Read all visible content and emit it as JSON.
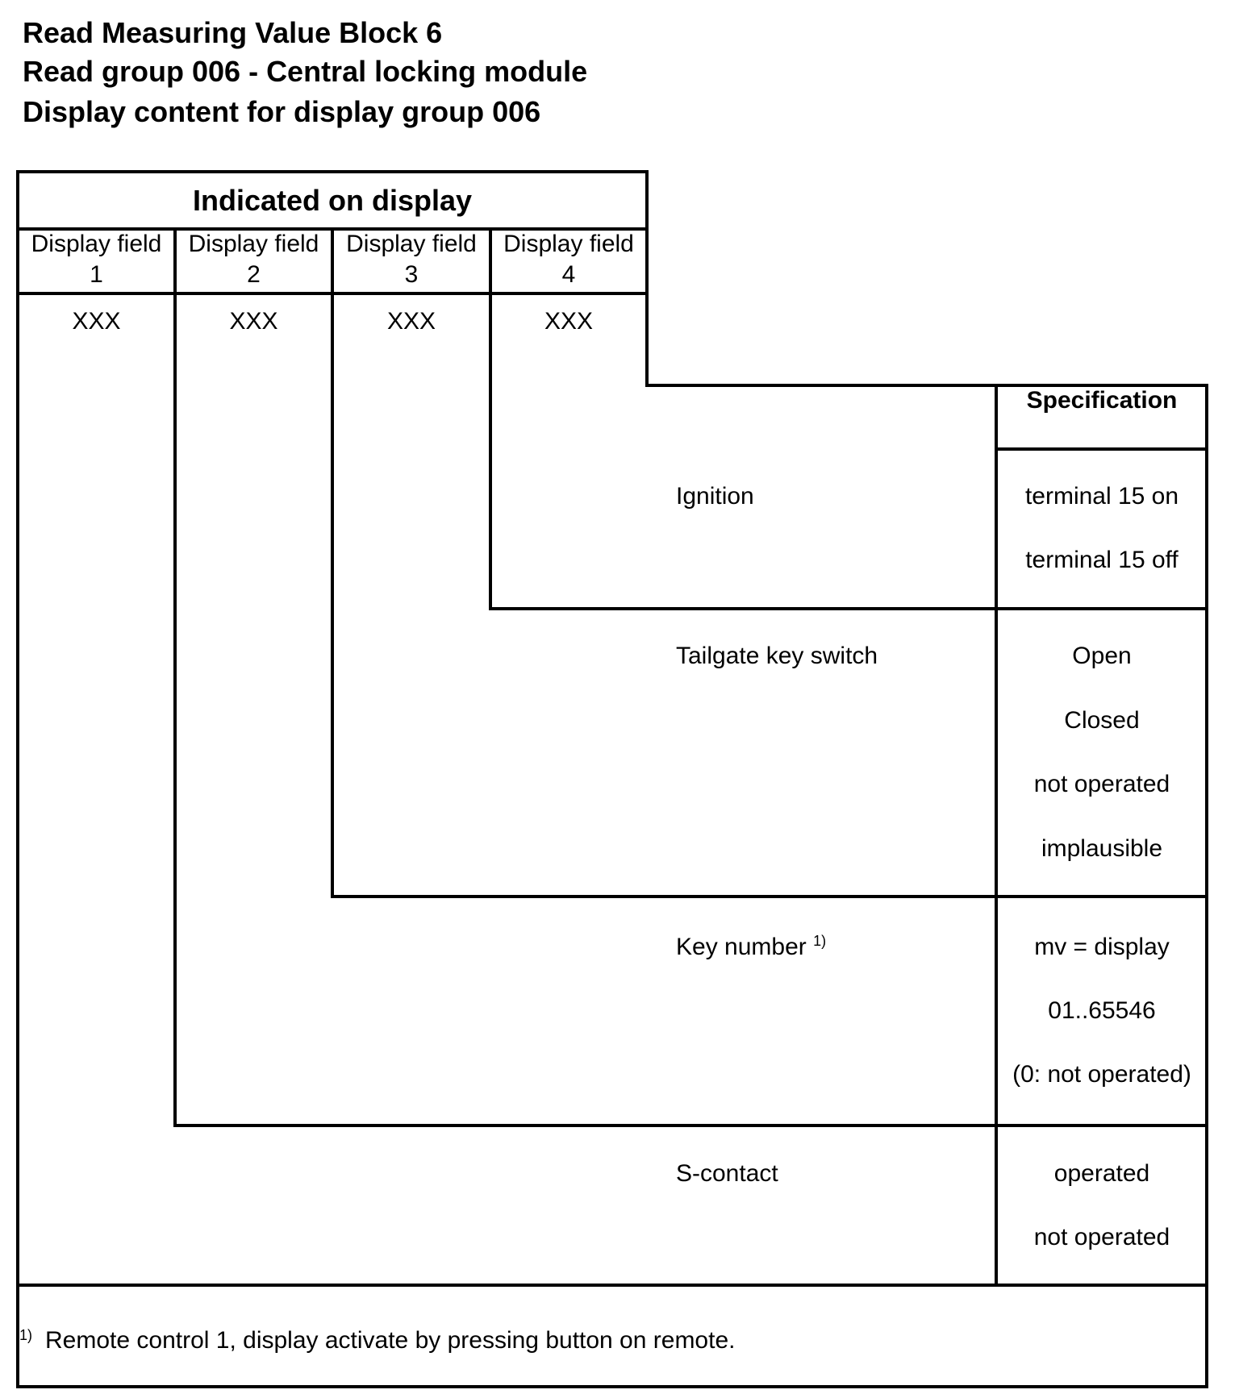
{
  "titles": {
    "line1": "Read Measuring Value Block 6",
    "line2": "Read group 006 - Central locking module",
    "line3": "Display content for display group 006"
  },
  "table": {
    "header": "Indicated on display",
    "fields": [
      {
        "name": "Display field",
        "number": "1",
        "value": "XXX"
      },
      {
        "name": "Display field",
        "number": "2",
        "value": "XXX"
      },
      {
        "name": "Display field",
        "number": "3",
        "value": "XXX"
      },
      {
        "name": "Display field",
        "number": "4",
        "value": "XXX"
      }
    ],
    "spec_header": "Specification",
    "rows": [
      {
        "label": "Ignition",
        "specs": [
          "terminal 15 on",
          "terminal 15 off"
        ]
      },
      {
        "label": "Tailgate key switch",
        "specs": [
          "Open",
          "Closed",
          "not operated",
          "implausible"
        ]
      },
      {
        "label": "Key number",
        "label_note": "1)",
        "specs": [
          "mv = display",
          "01..65546",
          "(0: not operated)"
        ]
      },
      {
        "label": "S-contact",
        "specs": [
          "operated",
          "not operated"
        ]
      }
    ]
  },
  "footnote": {
    "mark": "1)",
    "text": "Remote control 1, display activate by pressing button on remote."
  }
}
